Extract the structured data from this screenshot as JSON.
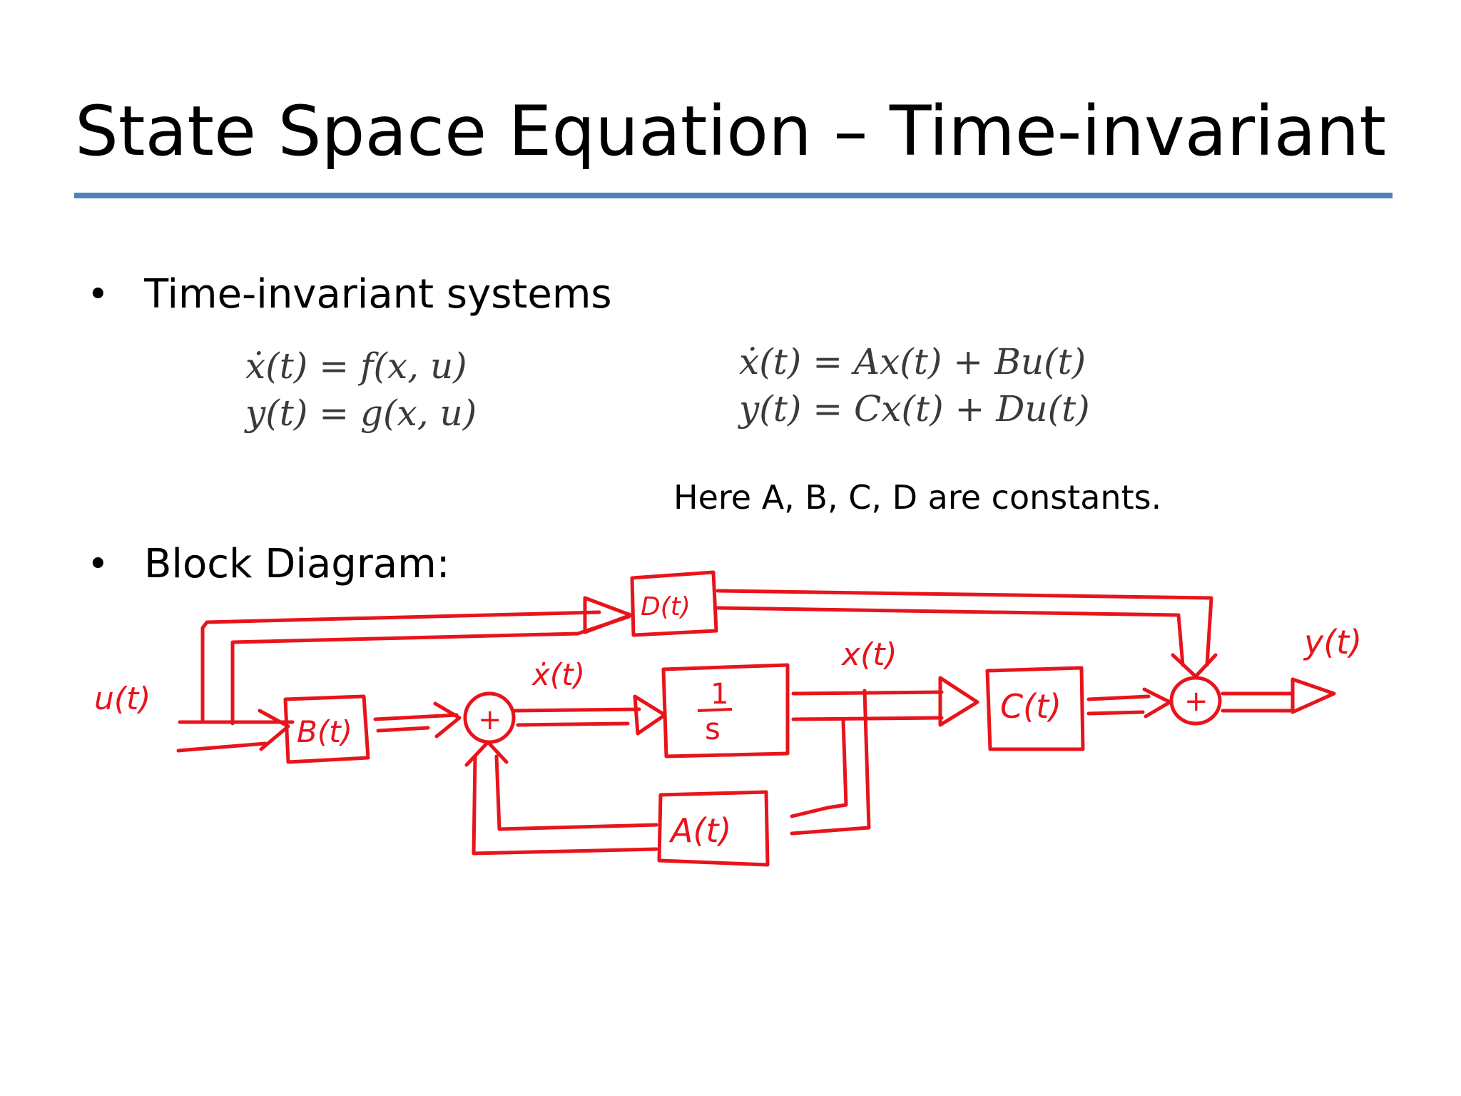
{
  "slide": {
    "title": "State Space Equation – Time-invariant",
    "accent_color": "#4f81bd",
    "annotation_color": "#e8141c"
  },
  "bullets": [
    {
      "marker": "•",
      "text": "Time-invariant systems"
    },
    {
      "marker": "•",
      "text": "Block Diagram:"
    }
  ],
  "equations": {
    "general": [
      "ẋ(t) = f(x, u)",
      "y(t) = g(x, u)"
    ],
    "linear": [
      "ẋ(t) = Ax(t) + Bu(t)",
      "y(t) = Cx(t) + Du(t)"
    ]
  },
  "note": "Here A, B, C, D are constants.",
  "diagram": {
    "input_label": "u(t)",
    "output_label": "y(t)",
    "derivative_label": "ẋ(t)",
    "state_label": "x(t)",
    "sum_symbol": "+",
    "integrator_num": "1",
    "integrator_den": "s",
    "blocks": {
      "b": "B(t)",
      "a": "A(t)",
      "c": "C(t)",
      "d": "D(t)"
    }
  }
}
